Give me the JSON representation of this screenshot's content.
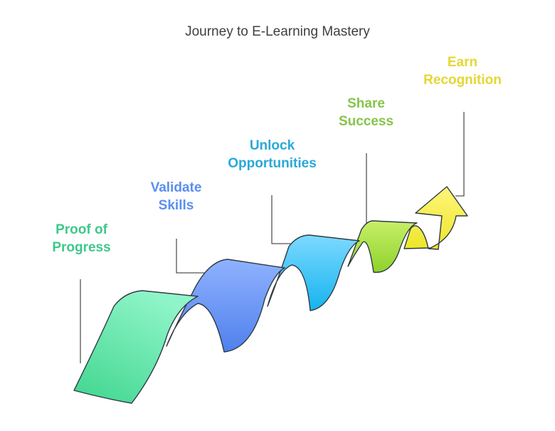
{
  "title": "Journey to E-Learning Mastery",
  "stages": [
    {
      "line1": "Proof of",
      "line2": "Progress",
      "color": "#3ec88a"
    },
    {
      "line1": "Validate",
      "line2": "Skills",
      "color": "#5b8ef0"
    },
    {
      "line1": "Unlock",
      "line2": "Opportunities",
      "color": "#2aa8d8"
    },
    {
      "line1": "Share",
      "line2": "Success",
      "color": "#86c44a"
    },
    {
      "line1": "Earn",
      "line2": "Recognition",
      "color": "#e3d734"
    }
  ]
}
